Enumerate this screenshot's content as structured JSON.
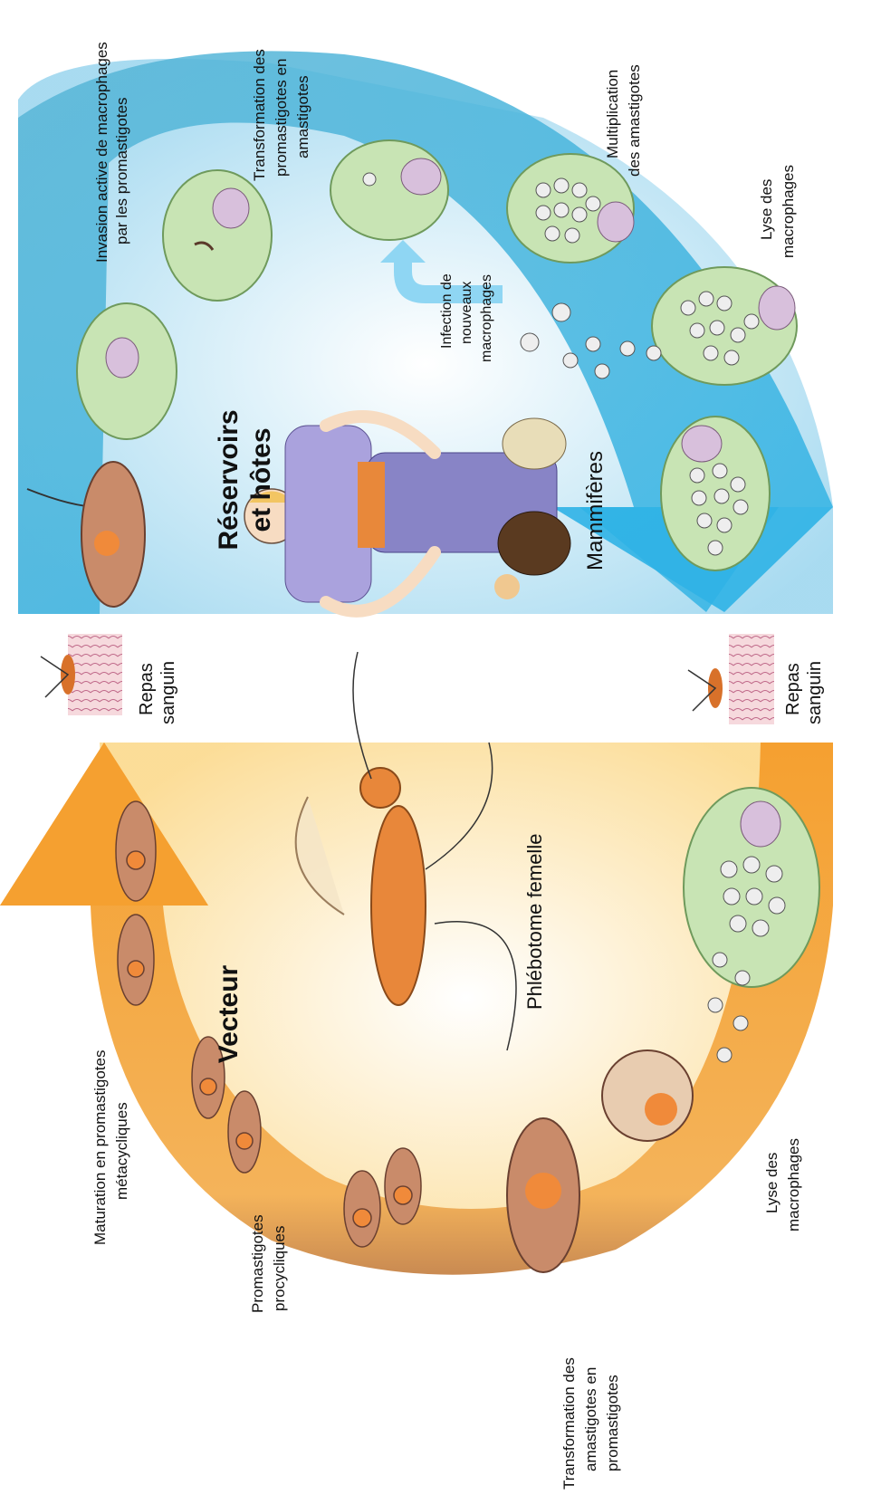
{
  "title": {
    "host_line1": "Réservoirs",
    "host_line2": "et hôtes",
    "vector": "Vecteur"
  },
  "labels": {
    "invasion_l1": "Invasion active de macrophages",
    "invasion_l2": "par les promastigotes",
    "transf_pa_l1": "Transformation des",
    "transf_pa_l2": "promastigotes en",
    "transf_pa_l3": "amastigotes",
    "mult_l1": "Multiplication",
    "mult_l2": "des amastigotes",
    "lyse_top_l1": "Lyse des",
    "lyse_top_l2": "macrophages",
    "infection_l1": "Infection de",
    "infection_l2": "nouveaux",
    "infection_l3": "macrophages",
    "mammiferes": "Mammifères",
    "repas_top_l1": "Repas",
    "repas_top_l2": "sanguin",
    "repas_bot_l1": "Repas",
    "repas_bot_l2": "sanguin",
    "maturation_l1": "Maturation en promastigotes",
    "maturation_l2": "métacycliques",
    "phlebotome": "Phlébotome femelle",
    "procycliques_l1": "Promastigotes",
    "procycliques_l2": "procycliques",
    "transf_ap_l1": "Transformation des",
    "transf_ap_l2": "amastigotes en",
    "transf_ap_l3": "promastigotes",
    "lyse_bot_l1": "Lyse des",
    "lyse_bot_l2": "macrophages"
  },
  "colors": {
    "host_arc": "#4bb8dd",
    "vector_arc": "#f7a233",
    "vector_arc_lower": "#c98a52",
    "macrophage": "#c8e4b4",
    "parasite": "#c98b6a"
  }
}
